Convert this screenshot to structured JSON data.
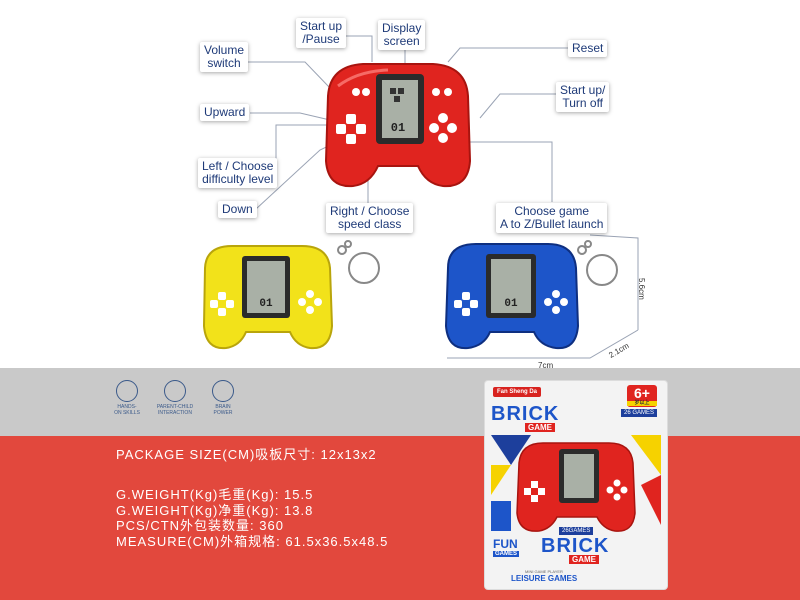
{
  "callouts": {
    "volume": "Volume\nswitch",
    "start_pause": "Start up\n/Pause",
    "display": "Display\nscreen",
    "reset": "Reset",
    "start_off": "Start up/\nTurn off",
    "upward": "Upward",
    "left": "Left / Choose\ndifficulty level",
    "down": "Down",
    "right": "Right / Choose\nspeed class",
    "choose": "Choose game\nA to Z/Bullet launch"
  },
  "dimensions": {
    "width": "7cm",
    "height": "5.6cm",
    "depth": "2.1cm"
  },
  "screen": {
    "score": "01"
  },
  "features": [
    {
      "label": "HANDS-\nON SKILLS"
    },
    {
      "label": "PARENT-CHILD\nINTERACTION"
    },
    {
      "label": "BRAIN\nPOWER"
    }
  ],
  "specs": {
    "package": "PACKAGE SIZE(CM)吸板尺寸: 12x13x2",
    "gross": "G.WEIGHT(Kg)毛重(Kg): 15.5",
    "net": "G.WEIGHT(Kg)净重(Kg): 13.8",
    "pcs": "PCS/CTN外包装数量: 360",
    "measure": "MEASURE(CM)外箱规格: 61.5x36.5x48.5"
  },
  "package": {
    "brand": "Fan Sheng Da",
    "age": "6+",
    "age_sub": "岁以上",
    "games_top": "26 GAMES",
    "title_top": "BRICK",
    "sub_top": "GAME",
    "games_mid": "26GAMES",
    "fun": "FUN",
    "fun_sub": "GAMES",
    "title_bottom": "BRICK",
    "sub_bottom": "GAME",
    "small_line": "MINI GAME PLAYER",
    "leisure": "LEISURE GAMES"
  },
  "colors": {
    "red_console": "#e0241f",
    "yellow_console": "#f2e21a",
    "blue_console": "#1d55c9",
    "band": "#e2483d",
    "grey": "#c9c9c9",
    "callout_text": "#1e3a78"
  }
}
